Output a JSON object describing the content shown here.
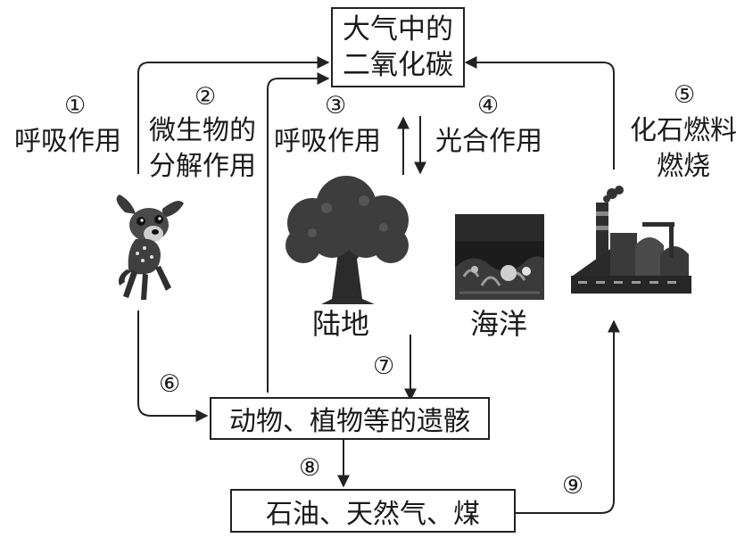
{
  "boxes": {
    "atmosphere_line1": "大气中的",
    "atmosphere_line2": "二氧化碳",
    "remains": "动物、植物等的遗骸",
    "fossil": "石油、天然气、煤"
  },
  "steps": {
    "s1": {
      "num": "①",
      "label": "呼吸作用"
    },
    "s2": {
      "num": "②",
      "line1": "微生物的",
      "line2": "分解作用"
    },
    "s3": {
      "num": "③",
      "label": "呼吸作用"
    },
    "s4": {
      "num": "④",
      "label": "光合作用"
    },
    "s5": {
      "num": "⑤",
      "line1": "化石燃料",
      "line2": "燃烧"
    },
    "s6": {
      "num": "⑥"
    },
    "s7": {
      "num": "⑦"
    },
    "s8": {
      "num": "⑧"
    },
    "s9": {
      "num": "⑨"
    }
  },
  "places": {
    "land": "陆地",
    "ocean": "海洋"
  },
  "icons": [
    "deer-icon",
    "tree-icon",
    "ocean-photo",
    "factory-icon"
  ]
}
